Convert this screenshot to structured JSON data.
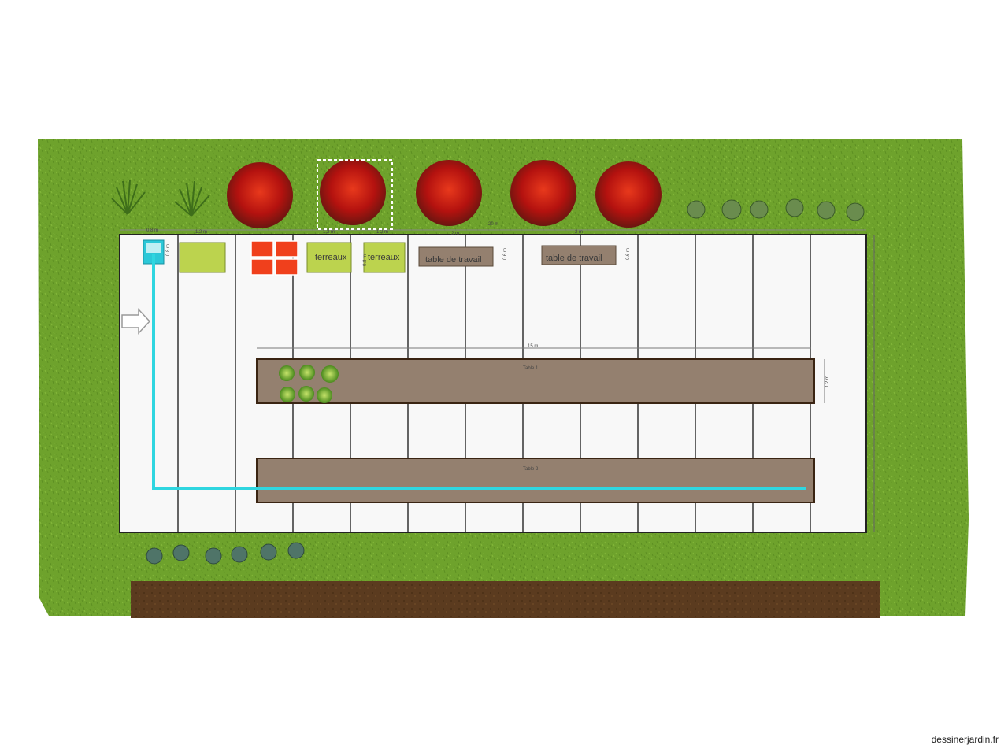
{
  "plan": {
    "labels": {
      "terreaux_1": "terreaux",
      "terreaux_2": "terreaux",
      "table_1": "table de travail",
      "table_2": "table de travail"
    },
    "dimensions": {
      "d_0_8": "0.8 m",
      "d_1_2a": "1.2 m",
      "d_1_2b": "1.2 m",
      "d_1_2c": "1.2 m",
      "d_2a": "2 m",
      "d_20": "20 m",
      "d_2b": "2 m",
      "d_15": "15 m",
      "d_1_2_side": "1.2 m",
      "d_0_6a": "0.6 m",
      "d_0_6b": "0.6 m",
      "d_0_8_v": "0.8 m",
      "d_0_8_v2": "0.8 m"
    },
    "bed_tags": {
      "bed_1": "Table 1",
      "bed_2": "Table 2"
    },
    "colors": {
      "lawn": "#6f9f2a",
      "floor": "#f7f7f7",
      "bed": "#94806f",
      "soil": "#5a3a1e",
      "water_pipe": "#2fd6e0",
      "seed_box": "#bcd34e",
      "red_crates": "#f0401c"
    }
  },
  "watermark": "dessinerjardin.fr"
}
